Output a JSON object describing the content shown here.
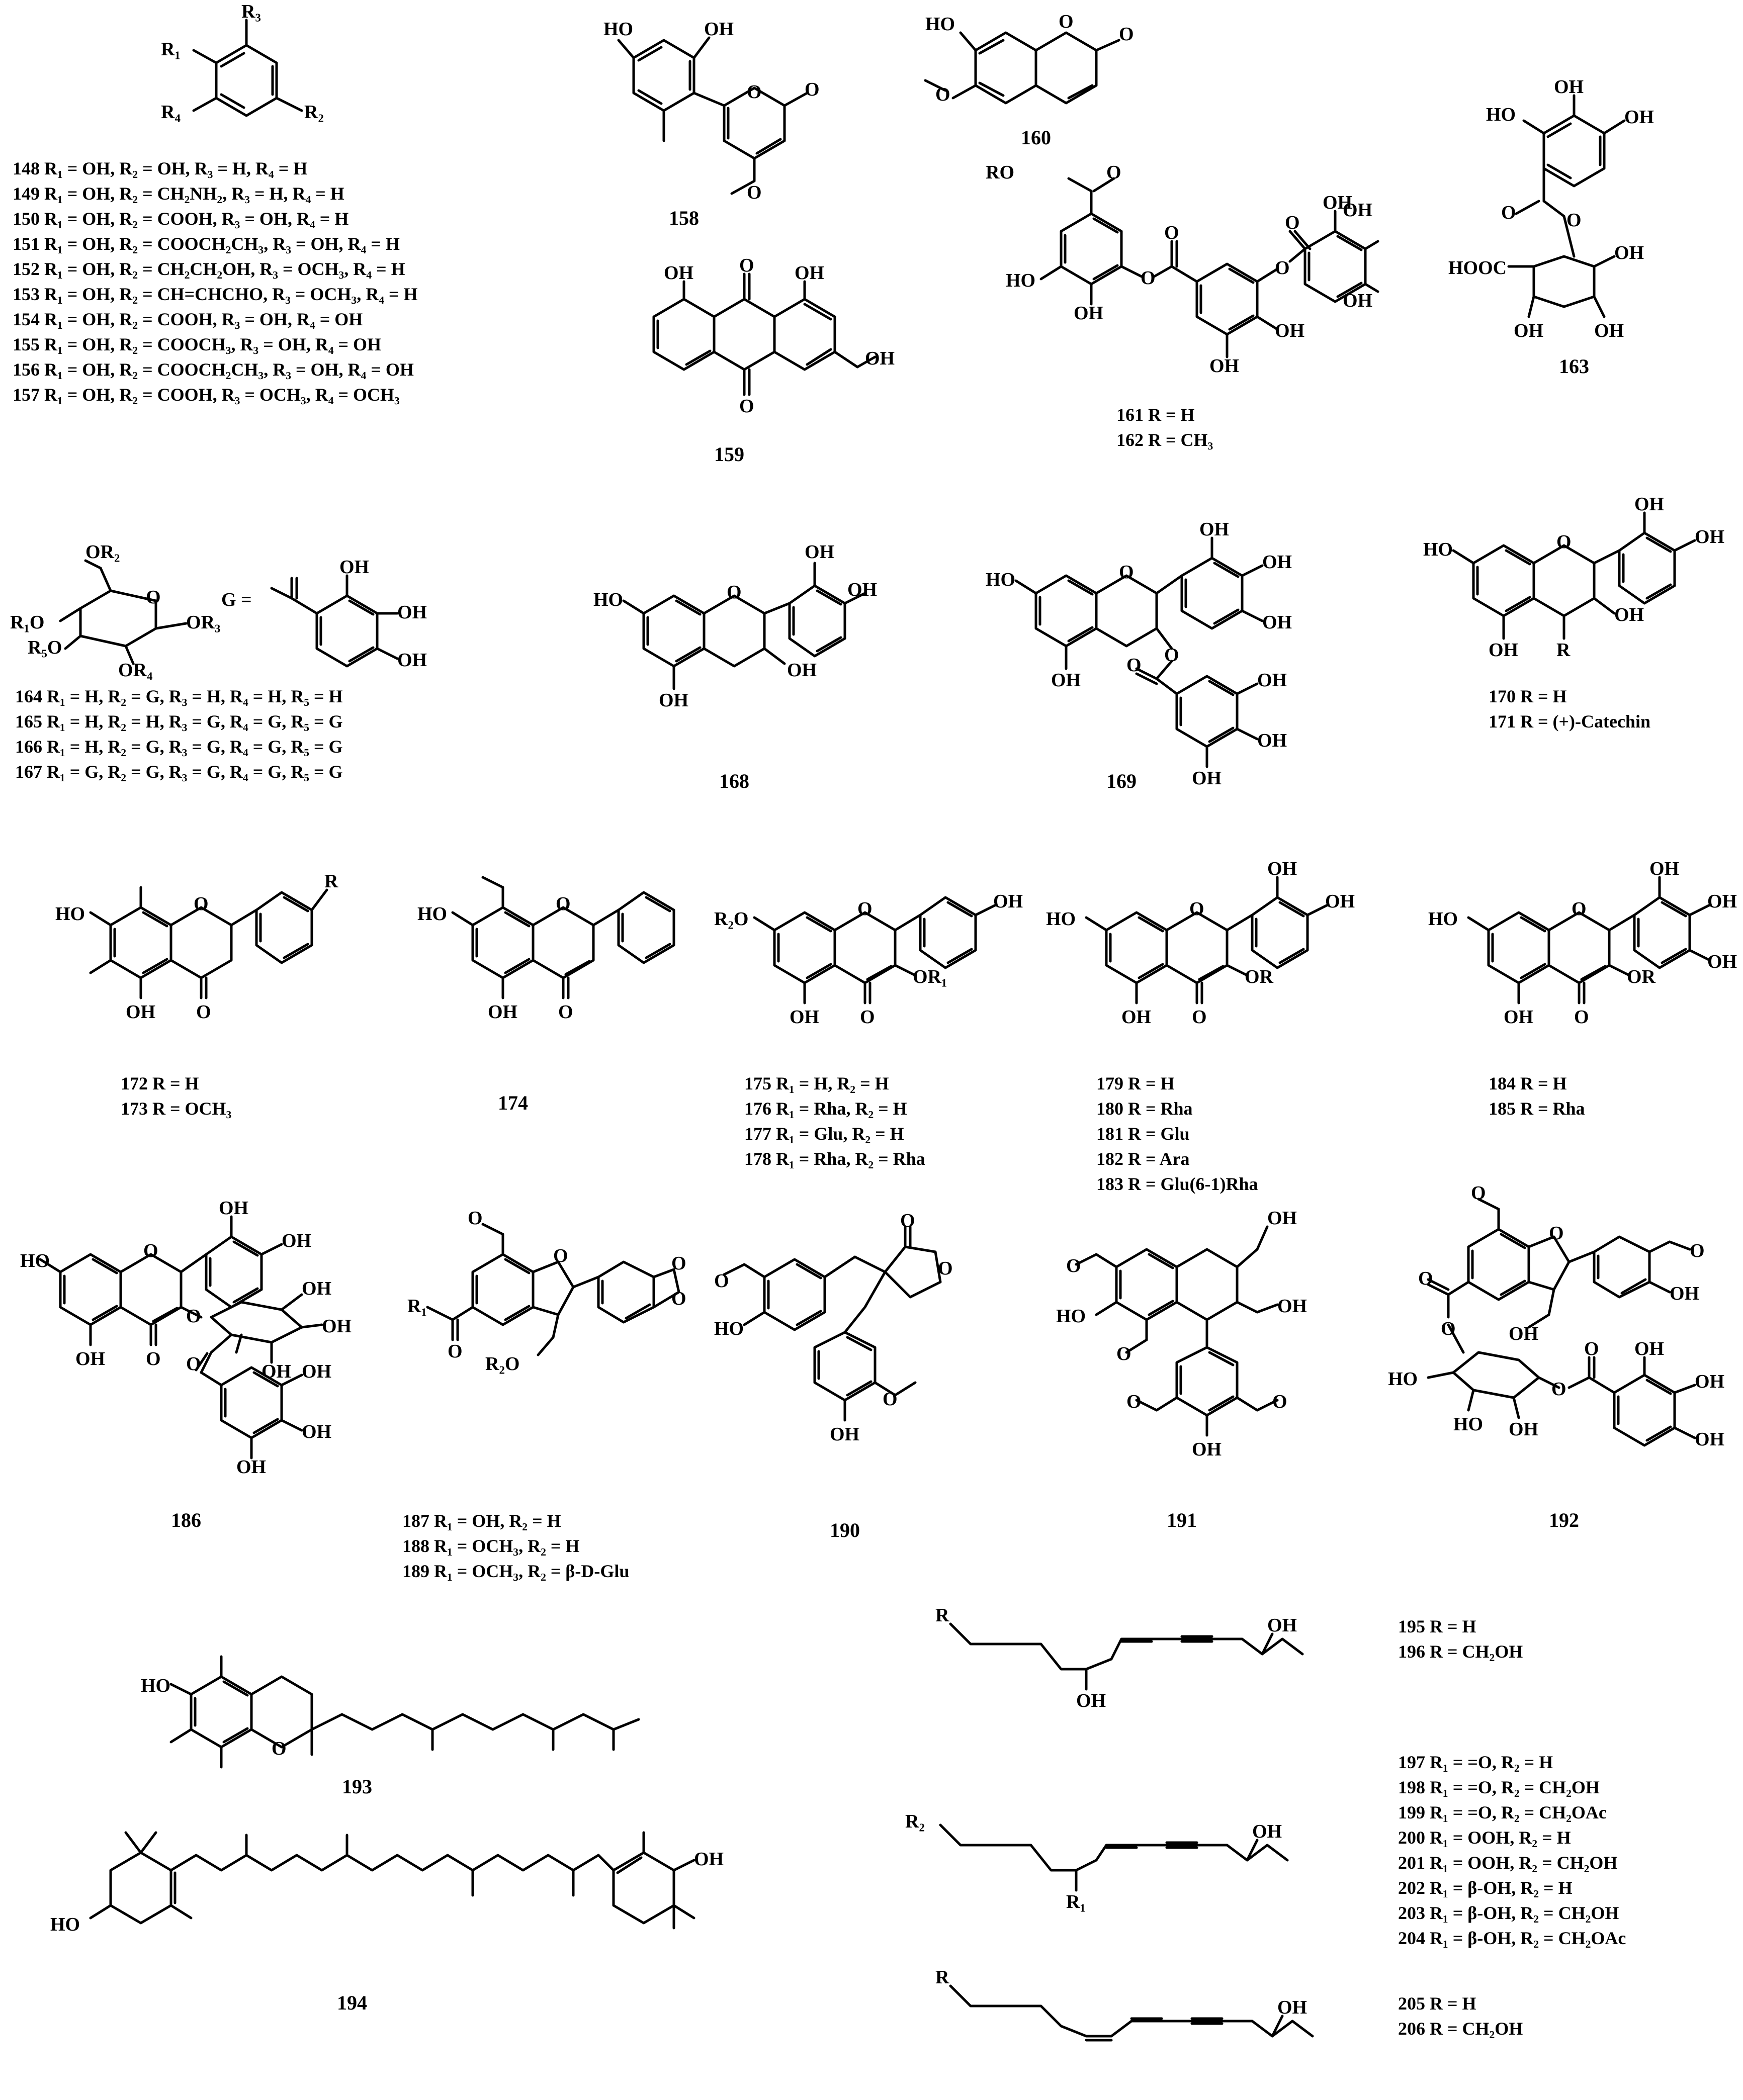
{
  "figure": {
    "compounds": {
      "c148_157": {
        "subs": [
          "148 R₁ = OH, R₂ = OH, R₃ = H, R₄ = H",
          "149 R₁ = OH, R₂ = CH₂NH₂, R₃ = H, R₄ = H",
          "150 R₁ = OH, R₂ = COOH, R₃ = OH, R₄ = H",
          "151 R₁ = OH, R₂ = COOCH₂CH₃, R₃ = OH, R₄ = H",
          "152 R₁ = OH, R₂ = CH₂CH₂OH, R₃ = OCH₃, R₄ = H",
          "153 R₁ = OH, R₂ = CH=CHCHO, R₃ = OCH₃, R₄ = H",
          "154 R₁ = OH, R₂ = COOH, R₃ = OH, R₄ = OH",
          "155 R₁ = OH, R₂ = COOCH₃, R₃ = OH, R₄ = OH",
          "156 R₁ = OH, R₂ = COOCH₂CH₃, R₃ = OH, R₄ = OH",
          "157 R₁ = OH, R₂ = COOH, R₃ = OCH₃, R₄ = OCH₃"
        ]
      },
      "c158": {
        "number": "158"
      },
      "c159": {
        "number": "159"
      },
      "c160": {
        "number": "160"
      },
      "c161_162": {
        "subs": [
          "161  R = H",
          "162  R = CH₃"
        ]
      },
      "c163": {
        "number": "163"
      },
      "c164_167": {
        "subs": [
          "164  R₁ = H, R₂ = G, R₃ = H, R₄ = H, R₅ = H",
          "165  R₁ = H, R₂ = H, R₃ = G, R₄ = G, R₅ = G",
          "166  R₁ = H, R₂ = G, R₃ = G, R₄ = G, R₅ = G",
          "167  R₁ = G, R₂ = G, R₃ = G, R₄ = G, R₅ = G"
        ]
      },
      "c168": {
        "number": "168"
      },
      "c169": {
        "number": "169"
      },
      "c170_171": {
        "subs": [
          "170  R = H",
          "171  R = (+)-Catechin"
        ]
      },
      "c172_173": {
        "subs": [
          "172  R = H",
          "173  R = OCH₃"
        ]
      },
      "c174": {
        "number": "174"
      },
      "c175_178": {
        "subs": [
          "175  R₁ = H, R₂ = H",
          "176  R₁ = Rha, R₂ = H",
          "177  R₁ = Glu, R₂ = H",
          "178  R₁ = Rha, R₂ = Rha"
        ]
      },
      "c179_183": {
        "subs": [
          "179  R = H",
          "180  R = Rha",
          "181  R = Glu",
          "182  R = Ara",
          "183  R = Glu(6-1)Rha"
        ]
      },
      "c184_185": {
        "subs": [
          "184  R = H",
          "185  R = Rha"
        ]
      },
      "c186": {
        "number": "186"
      },
      "c187_189": {
        "subs": [
          "187  R₁ = OH,      R₂ = H",
          "188  R₁ = OCH₃, R₂ = H",
          "189  R₁ = OCH₃, R₂ = β-D-Glu"
        ]
      },
      "c190": {
        "number": "190"
      },
      "c191": {
        "number": "191"
      },
      "c192": {
        "number": "192"
      },
      "c193": {
        "number": "193"
      },
      "c194": {
        "number": "194"
      },
      "c195_196": {
        "subs": [
          "195 R = H",
          "196 R = CH₂OH"
        ]
      },
      "c197_204": {
        "subs": [
          "197  R₁ = =O, R₂ = H",
          "198  R₁ = =O, R₂ = CH₂OH",
          "199  R₁ = =O, R₂ = CH₂OAc",
          "200  R₁ = OOH, R₂ = H",
          "201  R₁ = OOH, R₂ = CH₂OH",
          "202  R₁ =  β-OH, R₂ = H",
          "203  R₁ =  β-OH, R₂ = CH₂OH",
          "204  R₁ =  β-OH, R₂ = CH₂OAc"
        ]
      },
      "c205_206": {
        "subs": [
          "205  R = H",
          "206  R = CH₂OH"
        ]
      }
    },
    "atom_labels": {
      "OH": "OH",
      "HO": "HO",
      "O": "O",
      "R": "R",
      "R1": "R₁",
      "R2": "R₂",
      "R3": "R₃",
      "R4": "R₄",
      "OR": "OR",
      "OR1": "OR₁",
      "OR2": "OR₂",
      "OR3": "OR₃",
      "OR4": "OR₄",
      "R1O": "R₁O",
      "R2O": "R₂O",
      "R5O": "R₅O",
      "RO": "RO",
      "HOOC": "HOOC",
      "G_eq": "G ="
    }
  }
}
